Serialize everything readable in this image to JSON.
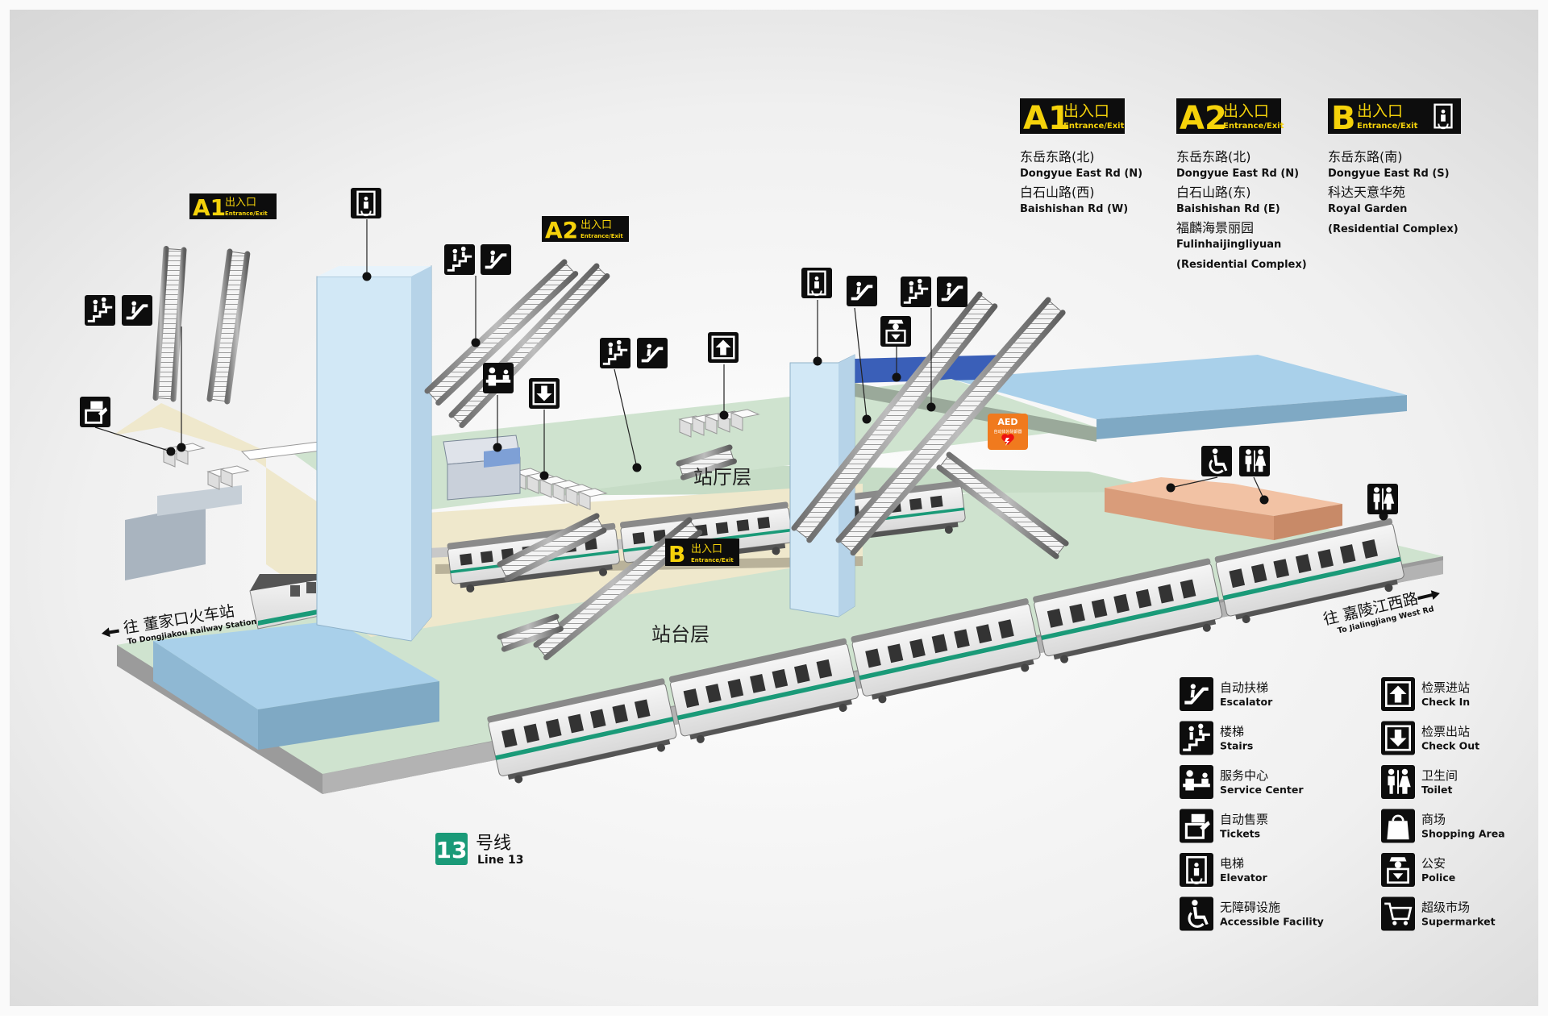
{
  "exit_info": [
    {
      "code": "A1",
      "cn": "出入口",
      "en": "Entrance/Exit",
      "lines": [
        "东岳东路(北)",
        "Dongyue East Rd (N)",
        "白石山路(西)",
        "Baishishan Rd (W)"
      ]
    },
    {
      "code": "A2",
      "cn": "出入口",
      "en": "Entrance/Exit",
      "lines": [
        "东岳东路(北)",
        "Dongyue East Rd (N)",
        "白石山路(东)",
        "Baishishan Rd (E)",
        "福麟海景丽园",
        "Fulinhaijingliyuan",
        "(Residential Complex)"
      ]
    },
    {
      "code": "B",
      "cn": "出入口",
      "en": "Entrance/Exit",
      "lines": [
        "东岳东路(南)",
        "Dongyue East Rd (S)",
        "科达天意华苑",
        "Royal Garden",
        "(Residential Complex)"
      ]
    }
  ],
  "map": {
    "concourse_label": "站厅层",
    "platform_label": "站台层",
    "exit_tags": [
      {
        "code": "A1",
        "cn": "出入口",
        "en": "Entrance/Exit"
      },
      {
        "code": "A2",
        "cn": "出入口",
        "en": "Entrance/Exit"
      },
      {
        "code": "B",
        "cn": "出入口",
        "en": "Entrance/Exit"
      }
    ],
    "aed": {
      "title": "AED",
      "sub": "自动体外除颤器"
    },
    "direction_left": {
      "cn": "往 董家口火车站",
      "en": "To Dongjiakou Railway Station"
    },
    "direction_right": {
      "cn": "往 嘉陵江西路",
      "en": "To Jialingjiang West Rd"
    },
    "line": {
      "number": "13",
      "cn": "号线",
      "en": "Line 13",
      "color": "#1a9a78"
    }
  },
  "legend": [
    {
      "icon": "escalator-icon",
      "cn": "自动扶梯",
      "en": "Escalator"
    },
    {
      "icon": "check-in-icon",
      "cn": "检票进站",
      "en": "Check In"
    },
    {
      "icon": "stairs-icon",
      "cn": "楼梯",
      "en": "Stairs"
    },
    {
      "icon": "check-out-icon",
      "cn": "检票出站",
      "en": "Check Out"
    },
    {
      "icon": "service-center-icon",
      "cn": "服务中心",
      "en": "Service Center"
    },
    {
      "icon": "toilet-icon",
      "cn": "卫生间",
      "en": "Toilet"
    },
    {
      "icon": "tickets-icon",
      "cn": "自动售票",
      "en": "Tickets"
    },
    {
      "icon": "shopping-area-icon",
      "cn": "商场",
      "en": "Shopping Area"
    },
    {
      "icon": "elevator-icon",
      "cn": "电梯",
      "en": "Elevator"
    },
    {
      "icon": "police-icon",
      "cn": "公安",
      "en": "Police"
    },
    {
      "icon": "accessible-icon",
      "cn": "无障碍设施",
      "en": "Accessible Facility"
    },
    {
      "icon": "supermarket-icon",
      "cn": "超级市场",
      "en": "Supermarket"
    }
  ],
  "colors": {
    "sign_bg": "#0d0d0d",
    "sign_yellow": "#f5d20a",
    "platform_green": "#cfe3cf",
    "concourse_cream": "#efe8cc",
    "glass_blue": "#d2e8f6",
    "water_blue": "#a9d0ea",
    "toilet_salmon": "#f2c2a4",
    "aed_orange": "#f07a1e",
    "line_green": "#1a9a78"
  }
}
